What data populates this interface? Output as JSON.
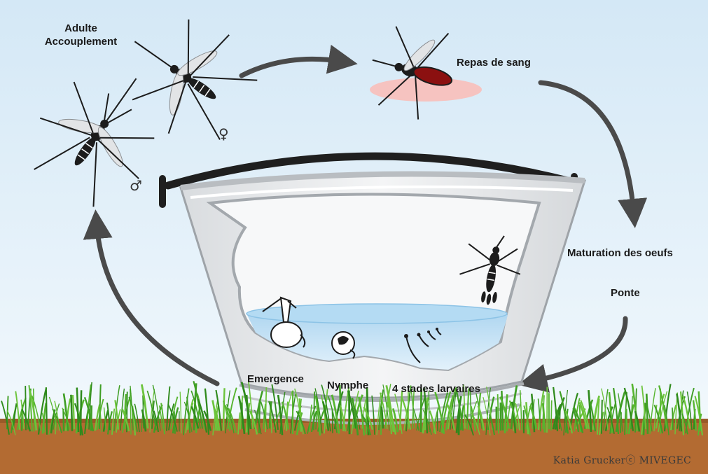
{
  "diagram": {
    "labels": {
      "adult_line1": "Adulte",
      "adult_line2": "Accouplement",
      "blood_meal": "Repas de sang",
      "egg_maturation": "Maturation des oeufs",
      "laying": "Ponte",
      "emergence": "Emergence",
      "pupa": "Nymphe",
      "larvae": "4 stades larvaires"
    },
    "symbols": {
      "male": "♂",
      "female": "♀"
    },
    "credit": "Katia Gruckerⓒ MIVEGEC"
  },
  "colors": {
    "sky_top": "#dcecf7",
    "sky_bottom": "#f4f9fd",
    "soil": "#b36b32",
    "grass": "#3f9e24",
    "arrow": "#4a4a4a",
    "water": "#bcdcf2",
    "bucket": "#eceef0",
    "blood": "#8b1010",
    "skin": "#f6c3c0"
  },
  "icons": [
    "mosquito-male-icon",
    "mosquito-female-icon",
    "mosquito-feeding-icon",
    "mosquito-laying-icon",
    "pupa-icon",
    "larva-icon",
    "bucket-icon"
  ]
}
